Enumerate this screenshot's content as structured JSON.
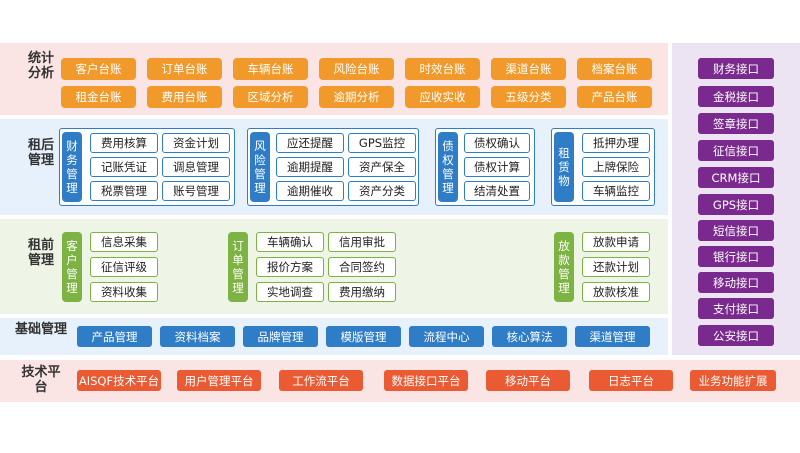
{
  "colors": {
    "stats_bg": "#fbe4e4",
    "postlease_bg": "#e6f1fb",
    "prelease_bg": "#eef5e6",
    "base_bg": "#e6f1fb",
    "tech_bg": "#fbe4e4",
    "right_bg": "#ece4f2",
    "orange": "#f19a2b",
    "blue": "#2f7dc7",
    "green": "#7cb342",
    "purple": "#7a2a8f",
    "red": "#ea5a33"
  },
  "stats": {
    "label": "统计分析",
    "row1": [
      "客户台账",
      "订单台账",
      "车辆台账",
      "风险台账",
      "时效台账",
      "渠道台账",
      "档案台账"
    ],
    "row2": [
      "租金台账",
      "费用台账",
      "区域分析",
      "逾期分析",
      "应收实收",
      "五级分类",
      "产品台账"
    ]
  },
  "postlease": {
    "label": "租后管理",
    "groups": [
      {
        "tag": "财务管理",
        "items": [
          "费用核算",
          "资金计划",
          "记账凭证",
          "调息管理",
          "税票管理",
          "账号管理"
        ]
      },
      {
        "tag": "风险管理",
        "items": [
          "应还提醒",
          "GPS监控",
          "逾期提醒",
          "资产保全",
          "逾期催收",
          "资产分类"
        ]
      },
      {
        "tag": "债权管理",
        "items": [
          "债权确认",
          "债权计算",
          "结清处置"
        ]
      },
      {
        "tag": "租赁物",
        "items": [
          "抵押办理",
          "上牌保险",
          "车辆监控"
        ]
      }
    ]
  },
  "prelease": {
    "label": "租前管理",
    "groups": [
      {
        "tag": "客户管理",
        "items": [
          "信息采集",
          "征信评级",
          "资料收集"
        ]
      },
      {
        "tag": "订单管理",
        "items": [
          "车辆确认",
          "信用审批",
          "报价方案",
          "合同签约",
          "实地调查",
          "费用缴纳"
        ]
      },
      {
        "tag": "放款管理",
        "items": [
          "放款申请",
          "还款计划",
          "放款核准"
        ]
      }
    ]
  },
  "base": {
    "label": "基础管理",
    "items": [
      "产品管理",
      "资料档案",
      "品牌管理",
      "模版管理",
      "流程中心",
      "核心算法",
      "渠道管理"
    ]
  },
  "tech": {
    "label": "技术平台",
    "items": [
      "AISQF技术平台",
      "用户管理平台",
      "工作流平台",
      "数据接口平台",
      "移动平台",
      "日志平台",
      "业务功能扩展"
    ]
  },
  "interfaces": [
    "财务接口",
    "金税接口",
    "签章接口",
    "征信接口",
    "CRM接口",
    "GPS接口",
    "短信接口",
    "银行接口",
    "移动接口",
    "支付接口",
    "公安接口"
  ]
}
